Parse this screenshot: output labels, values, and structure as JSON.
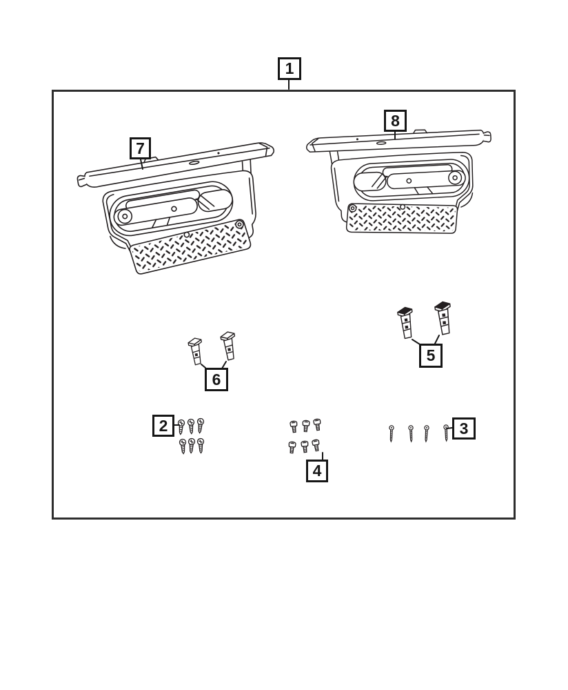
{
  "colors": {
    "background": "#ffffff",
    "line": "#231f20"
  },
  "callouts": {
    "c1": "1",
    "c2": "2",
    "c3": "3",
    "c4": "4",
    "c5": "5",
    "c6": "6",
    "c7": "7",
    "c8": "8"
  }
}
